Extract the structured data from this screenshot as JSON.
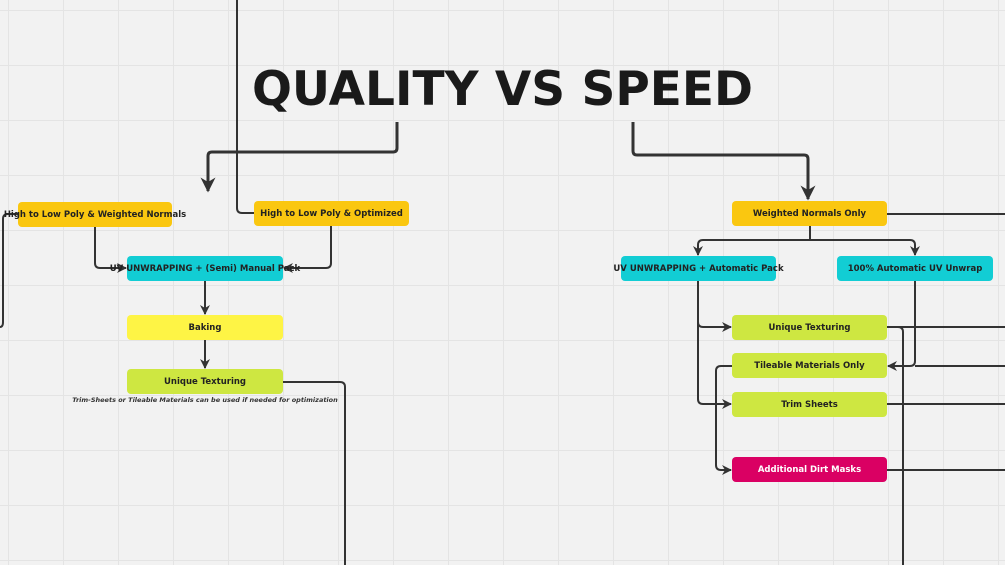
{
  "title": "QUALITY VS SPEED",
  "quality": {
    "high_weighted": "High to Low Poly & Weighted Normals",
    "high_optimized": "High to Low Poly & Optimized",
    "uv_manual": "UV UNWRAPPING + (Semi) Manual Pack",
    "baking": "Baking",
    "unique_texturing": "Unique Texturing",
    "caption": "Trim-Sheets or Tileable Materials can be used if needed for optimization"
  },
  "speed": {
    "weighted_only": "Weighted Normals Only",
    "uv_auto_pack": "UV UNWRAPPING + Automatic Pack",
    "auto_unwrap": "100% Automatic UV Unwrap",
    "unique_texturing": "Unique Texturing",
    "tileable": "Tileable Materials Only",
    "trim": "Trim Sheets",
    "dirt": "Additional Dirt Masks"
  },
  "colors": {
    "orange": "#fac710",
    "cyan": "#12cdd4",
    "yellow": "#fef445",
    "lime": "#cee741",
    "pink": "#da0063"
  }
}
